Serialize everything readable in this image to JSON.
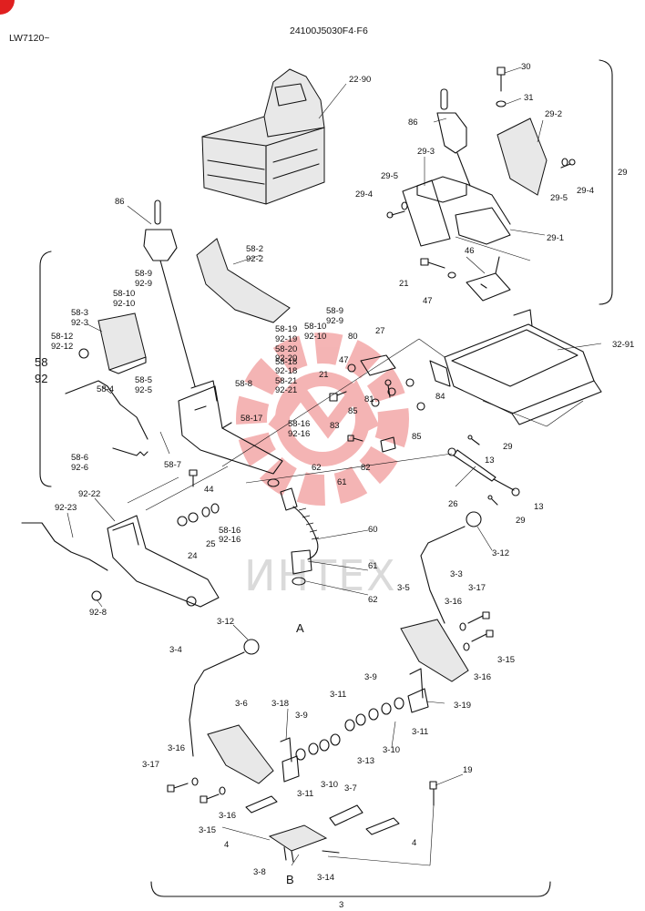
{
  "header": {
    "model": "LW7120~",
    "part_number": "24100J5030F4·F6"
  },
  "watermark": {
    "text": "ИНТЕХ",
    "color": "#e85b5b"
  },
  "corner_badge_color": "#e02020",
  "labels": {
    "l30": "30",
    "l31": "31",
    "l2290": "22·90",
    "l86a": "86",
    "l292": "29-2",
    "l29": "29",
    "l293": "29-3",
    "l295a": "29-5",
    "l295b": "29-5",
    "l294a": "29-4",
    "l294b": "29-4",
    "l291": "29-1",
    "l86b": "86",
    "l582": "58-2",
    "l922": "92-2",
    "l46": "46",
    "l21a": "21",
    "l47a": "47",
    "l589a": "58-9",
    "l929a": "92-9",
    "l5810a": "58-10",
    "l9210a": "92-10",
    "l589b": "58-9",
    "l929b": "92-9",
    "l5810b": "58-10",
    "l9210b": "92-10",
    "l583": "58-3",
    "l923": "92-3",
    "l5812": "58-12",
    "l9212": "92-12",
    "l58": "58",
    "l92": "92",
    "l5819": "58-19",
    "l9219": "92-19",
    "l5820": "58-20",
    "l9220": "92-20",
    "l5818": "58-18",
    "l9218": "92-18",
    "l5821": "58-21",
    "l9221": "92-21",
    "l80": "80",
    "l27": "27",
    "l3291": "32-91",
    "l47b": "47",
    "l21b": "21",
    "l81": "81",
    "l585": "58-5",
    "l925": "92-5",
    "l588": "58-8",
    "l584": "58-4",
    "l5817": "58-17",
    "l5816a": "58-16",
    "l9216a": "92-16",
    "l85a": "85",
    "l84": "84",
    "l83": "83",
    "l85b": "85",
    "l82": "82",
    "l29b": "29",
    "l13a": "13",
    "l586": "58-6",
    "l926": "92-6",
    "l587": "58-7",
    "l62a": "62",
    "l61a": "61",
    "l26": "26",
    "l13b": "13",
    "l29c": "29",
    "l44": "44",
    "l9222": "92-22",
    "l9223": "92-23",
    "l5816b": "58-16",
    "l9216b": "92-16",
    "l24": "24",
    "l25": "25",
    "l60": "60",
    "l61b": "61",
    "l312a": "3-12",
    "l33": "3-3",
    "l317a": "3-17",
    "l35": "3-5",
    "l316a": "3-16",
    "l315a": "3-15",
    "l316b": "3-16",
    "l928": "92-8",
    "l62b": "62",
    "lA": "A",
    "l312b": "3-12",
    "l34": "3-4",
    "l39a": "3-9",
    "l318": "3-18",
    "l311a": "3-11",
    "l319": "3-19",
    "l36": "3-6",
    "l39b": "3-9",
    "l311b": "3-11",
    "l313": "3-13",
    "l310a": "3-10",
    "l317b": "3-17",
    "l316c": "3-16",
    "l310b": "3-10",
    "l311c": "3-11",
    "l316d": "3-16",
    "l37": "3-7",
    "l19": "19",
    "l315b": "3-15",
    "l4a": "4",
    "l4b": "4",
    "l38": "3-8",
    "lB": "B",
    "l314": "3-14",
    "l3": "3"
  }
}
